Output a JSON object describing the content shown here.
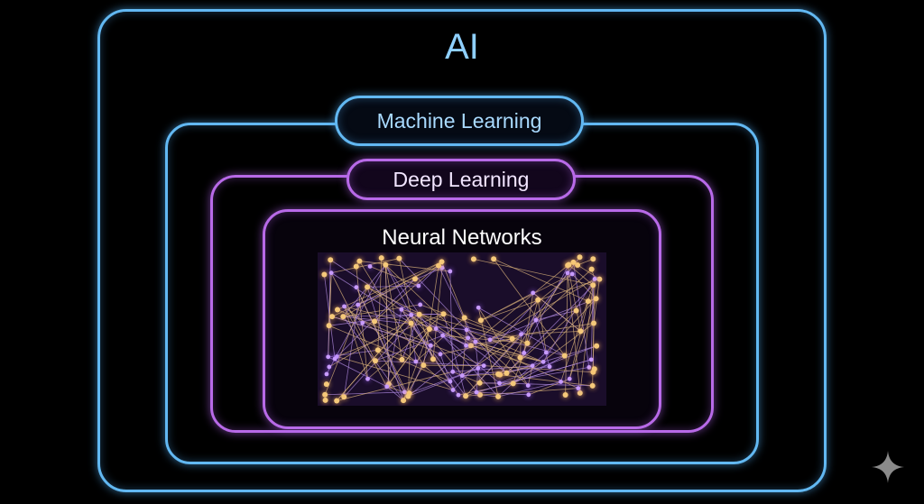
{
  "labels": {
    "ai": "AI",
    "machine_learning": "Machine Learning",
    "deep_learning": "Deep Learning",
    "neural_networks": "Neural Networks"
  },
  "colors": {
    "ai": "#62b8f2",
    "machine_learning": "#62b8f2",
    "deep_learning": "#b86ae8",
    "neural_networks": "#b86ae8",
    "node_gold": "#f5c97a",
    "node_purple": "#c89bff"
  },
  "icons": {
    "watermark": "sparkle-icon"
  }
}
